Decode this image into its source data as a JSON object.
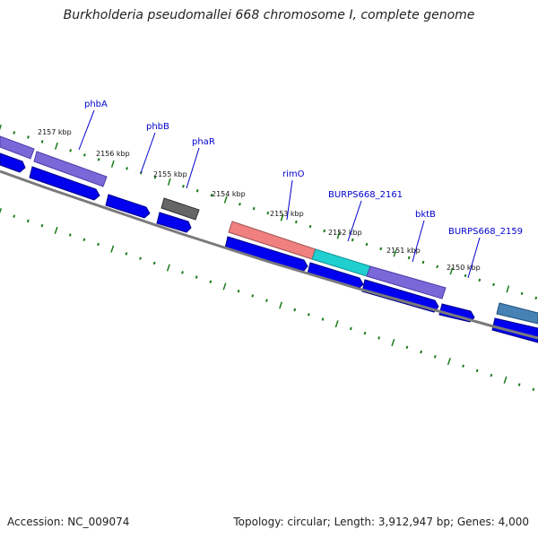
{
  "title": "Burkholderia pseudomallei 668 chromosome I, complete genome",
  "footer": {
    "accession": "Accession: NC_009074",
    "topology": "Topology: circular; Length: 3,912,947 bp; Genes: 4,000"
  },
  "colors": {
    "backbone": "#7a7a7a",
    "tick": "#1a7a1a",
    "cds": "#0000ee",
    "label": "#0000cc"
  },
  "kbp_ticks": [
    {
      "label": "2157 kbp"
    },
    {
      "label": "2156 kbp"
    },
    {
      "label": "2155 kbp"
    },
    {
      "label": "2154 kbp"
    },
    {
      "label": "2153 kbp"
    },
    {
      "label": "2152 kbp"
    },
    {
      "label": "2151 kbp"
    },
    {
      "label": "2150 kbp"
    }
  ],
  "gene_labels": [
    {
      "name": "phbA"
    },
    {
      "name": "phbB"
    },
    {
      "name": "phaR"
    },
    {
      "name": "rimO"
    },
    {
      "name": "BURPS668_2161"
    },
    {
      "name": "bktB"
    },
    {
      "name": "BURPS668_2159"
    }
  ],
  "feature_colors": {
    "phbA": "#7b68d8",
    "phaR": "#666666",
    "rimO": "#f08080",
    "BURPS668_2161": "#20d0d0",
    "bktB": "#7b68d8",
    "BURPS668_2159": "#4682b4"
  }
}
